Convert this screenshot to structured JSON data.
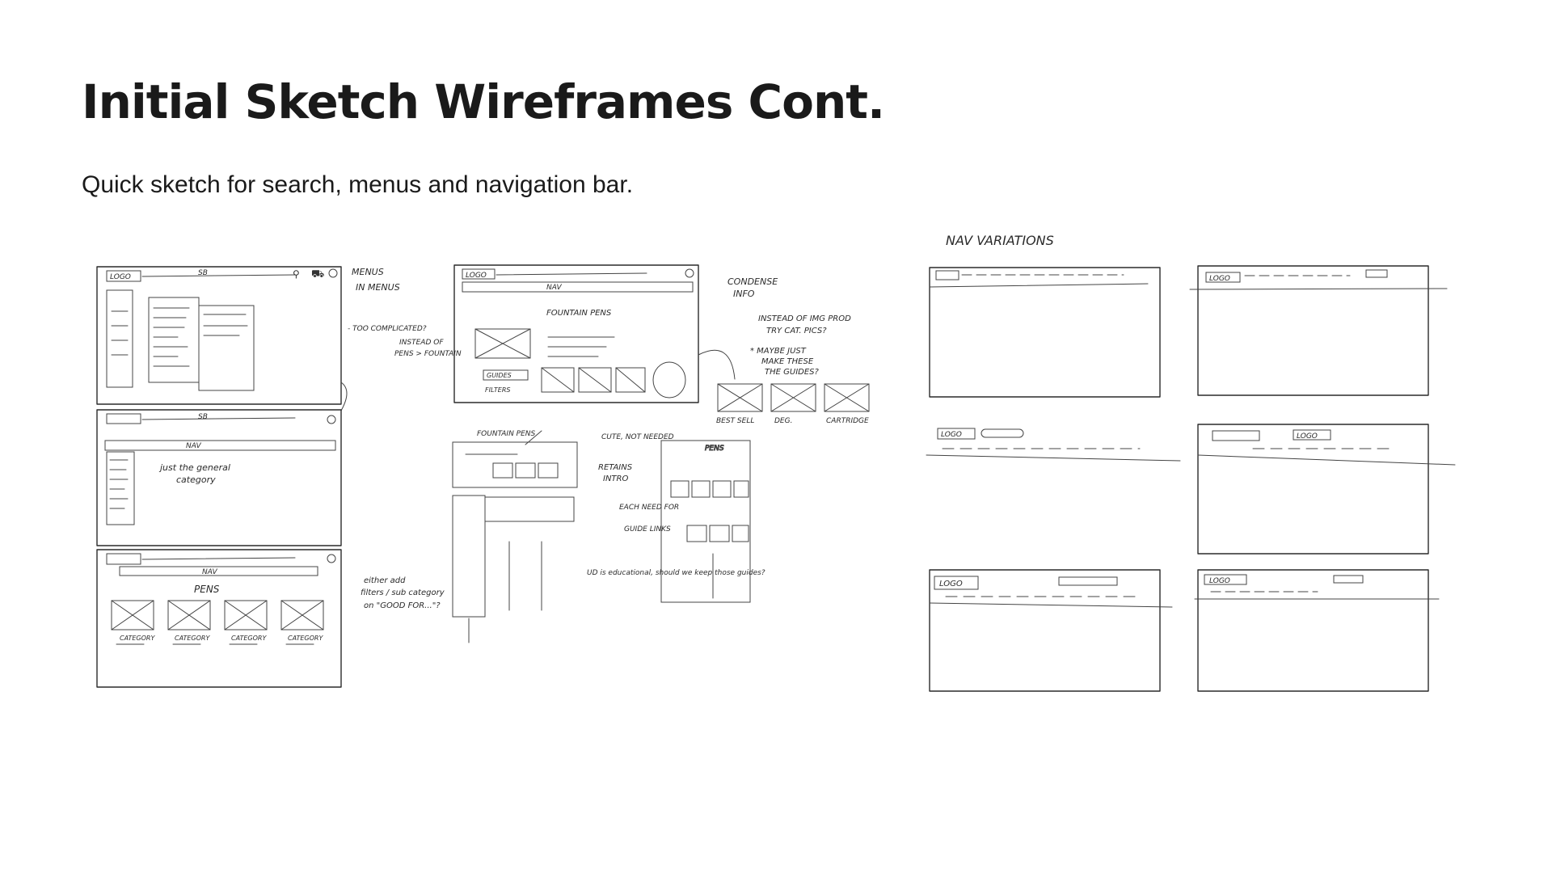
{
  "slide": {
    "title": "Initial Sketch Wireframes Cont.",
    "subtitle": "Quick sketch for search, menus and navigation bar."
  },
  "sketch_notes": {
    "nav_variations": "NAV VARIATIONS",
    "menus": "MENUS",
    "in_menus": "IN MENUS",
    "too_complicated": "- TOO COMPLICATED?",
    "instead_of": "INSTEAD OF",
    "pens_fountain": "PENS > FOUNTAIN",
    "condense": "CONDENSE",
    "info": "INFO",
    "instead_of_img": "INSTEAD OF IMG PROD",
    "try_cat_pics": "TRY CAT. PICS?",
    "maybe_just": "* MAYBE JUST",
    "make_these": "MAKE THESE",
    "the_guides": "THE GUIDES?",
    "best_sell": "BEST SELL",
    "deg": "DEG.",
    "cartridge": "CARTRIDGE",
    "just_general": "just the general",
    "category": "category",
    "either_add": "either add",
    "filters_sub": "filters / sub category",
    "on_good_for": "on \"GOOD FOR...\"?",
    "fountain_pens": "FOUNTAIN PENS",
    "cute_not_needed": "CUTE, NOT NEEDED",
    "retains": "RETAINS",
    "intro": "INTRO",
    "each_need": "EACH NEED FOR",
    "guide_links": "GUIDE LINKS",
    "educational": "UD is educational, should we keep those guides?",
    "pens": "PENS",
    "nav": "NAV",
    "logo": "LOGO",
    "sb": "SB",
    "cat_label": "CATEGORY",
    "filters": "FILTERS",
    "guides": "GUIDES"
  }
}
